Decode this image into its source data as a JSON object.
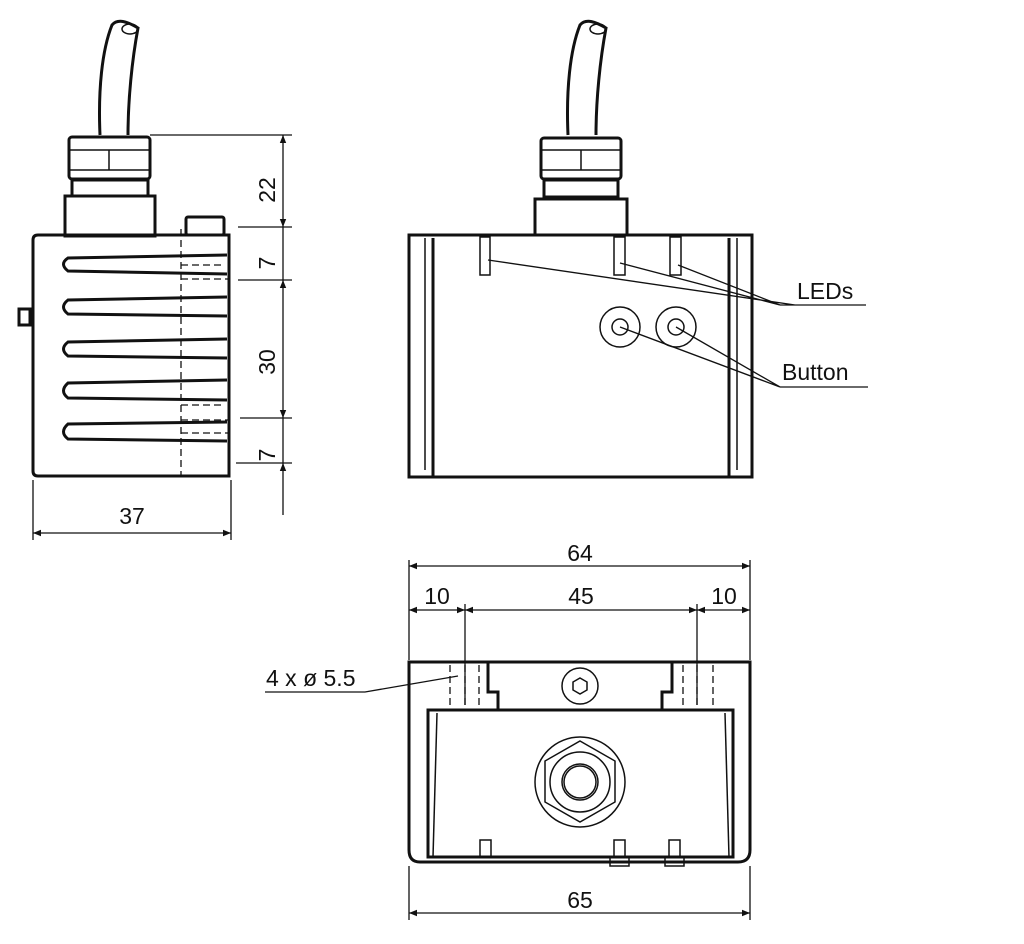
{
  "colors": {
    "line": "#111111",
    "background": "#ffffff"
  },
  "side_view": {
    "dims": {
      "connector_height": "22",
      "top_offset": "7",
      "hole_spacing": "30",
      "bottom_offset": "7",
      "depth": "37"
    }
  },
  "front_view": {
    "labels": {
      "leds": "LEDs",
      "button": "Button"
    }
  },
  "bottom_view": {
    "dims": {
      "overall_width_top": "64",
      "left_margin": "10",
      "hole_spacing": "45",
      "right_margin": "10",
      "holes": "4 x ø 5.5",
      "overall_width_bottom": "65"
    }
  }
}
